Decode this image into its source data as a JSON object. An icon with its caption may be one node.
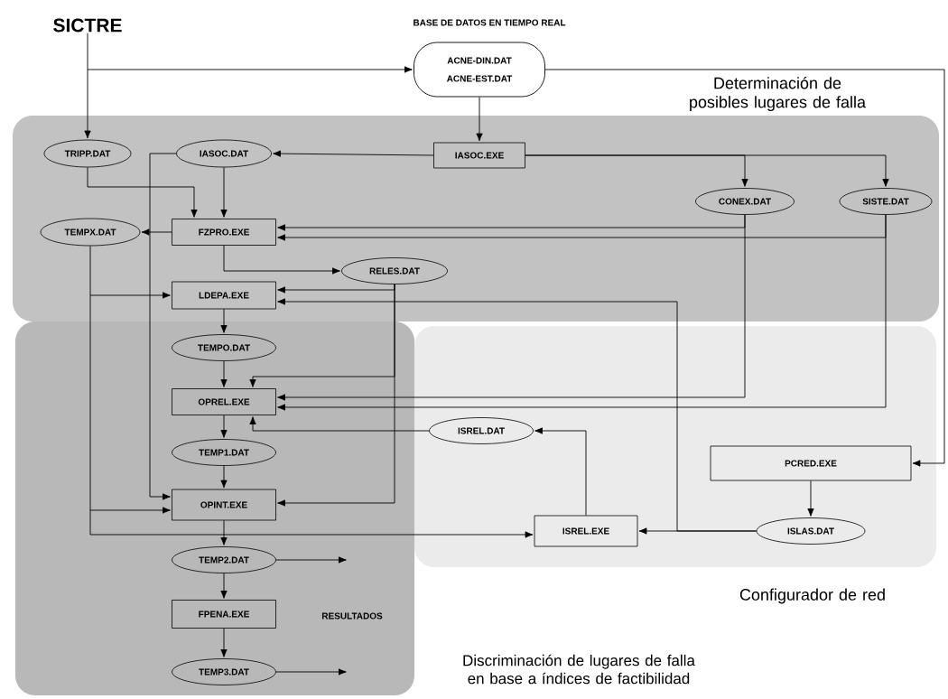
{
  "diagram": {
    "nodes": [
      {
        "text": [
          "SICTRE"
        ]
      },
      {
        "text": [
          "ACNE-DIN.DAT",
          "ACNE-EST.DAT"
        ],
        "beside": [
          "BASE DE DATOS EN TIEMPO REAL"
        ]
      },
      {
        "text": [
          "Determinación de posibles lugares de falla"
        ]
      },
      {
        "text": [
          "Discriminación de lugares de falla en base a índices de factibilidad"
        ]
      },
      {
        "text": [
          "Configurador de red"
        ]
      },
      {
        "text": [
          "TRIPP.DAT"
        ],
        "in": 2
      },
      {
        "text": [
          "IASOC.DAT"
        ],
        "in": 2
      },
      {
        "text": [
          "IASOC.EXE"
        ],
        "in": 2
      },
      {
        "text": [
          "TEMPX.DAT"
        ],
        "in": 2
      },
      {
        "text": [
          "FZPRO.EXE"
        ],
        "in": 2
      },
      {
        "text": [
          "CONEX.DAT"
        ],
        "in": 2
      },
      {
        "text": [
          "SISTE.DAT"
        ],
        "in": 2
      },
      {
        "text": [
          "RELES.DAT"
        ],
        "in": 2
      },
      {
        "text": [
          "LDEPA.EXE"
        ],
        "in": 2
      },
      {
        "text": [
          "TEMPO.DAT"
        ],
        "in": 3
      },
      {
        "text": [
          "OPREL.EXE"
        ],
        "in": 3
      },
      {
        "text": [
          "ISREL.DAT"
        ],
        "in": 4
      },
      {
        "text": [
          "TEMP1.DAT"
        ],
        "in": 3
      },
      {
        "text": [
          "OPINT.EXE"
        ],
        "in": 3
      },
      {
        "text": [
          "PCRED.EXE"
        ],
        "in": 4
      },
      {
        "text": [
          "ISREL.EXE"
        ],
        "in": 4
      },
      {
        "text": [
          "ISLAS.DAT"
        ],
        "in": 4
      },
      {
        "text": [
          "TEMP2.DAT"
        ],
        "in": 3
      },
      {
        "text": [
          "FPENA.EXE"
        ],
        "in": 3
      },
      {
        "text": [
          "TEMP3.DAT"
        ],
        "in": 3
      }
    ],
    "edges": [
      {
        "from": 0,
        "to": 5,
        "arrow": "to"
      },
      {
        "from": 0,
        "to": 1,
        "arrow": "to"
      },
      {
        "from": 1,
        "to": 19,
        "arrow": "to"
      },
      {
        "from": 1,
        "to": 7,
        "arrow": "to"
      },
      {
        "from": 7,
        "to": 6,
        "arrow": "to"
      },
      {
        "from": 7,
        "to": 10,
        "arrow": "to"
      },
      {
        "from": 7,
        "to": 11,
        "arrow": "to"
      },
      {
        "from": 5,
        "to": 9,
        "arrow": "to"
      },
      {
        "from": 6,
        "to": 9,
        "arrow": "to"
      },
      {
        "from": 6,
        "to": 18,
        "arrow": "to"
      },
      {
        "from": 9,
        "to": 8,
        "arrow": "to"
      },
      {
        "from": 9,
        "to": 12,
        "arrow": "to"
      },
      {
        "from": 10,
        "to": 9,
        "arrow": "to"
      },
      {
        "from": 11,
        "to": 9,
        "arrow": "to"
      },
      {
        "from": 10,
        "to": 15,
        "arrow": "to"
      },
      {
        "from": 11,
        "to": 15,
        "arrow": "to"
      },
      {
        "from": 12,
        "to": 13,
        "arrow": "to"
      },
      {
        "from": 12,
        "to": 15,
        "arrow": "to"
      },
      {
        "from": 12,
        "to": 18,
        "arrow": "to"
      },
      {
        "from": 21,
        "to": 13,
        "arrow": "to"
      },
      {
        "from": 21,
        "to": 20,
        "arrow": "to"
      },
      {
        "from": 19,
        "to": 21,
        "arrow": "to"
      },
      {
        "from": 20,
        "to": 16,
        "arrow": "to"
      },
      {
        "from": 16,
        "to": 15,
        "arrow": "to"
      },
      {
        "from": 8,
        "to": 13,
        "arrow": "to"
      },
      {
        "from": 8,
        "to": 18,
        "arrow": "to"
      },
      {
        "from": 8,
        "to": 20,
        "arrow": "to"
      },
      {
        "from": 13,
        "to": 14,
        "arrow": "to"
      },
      {
        "from": 14,
        "to": 15,
        "arrow": "to"
      },
      {
        "from": 15,
        "to": 17,
        "arrow": "to"
      },
      {
        "from": 17,
        "to": 18,
        "arrow": "to"
      },
      {
        "from": 18,
        "to": 22,
        "arrow": "to"
      },
      {
        "from": 22,
        "to": 23,
        "arrow": "to"
      },
      {
        "from": 23,
        "to": 24,
        "arrow": "to"
      },
      {
        "from": 22,
        "to": null,
        "arrow": "to"
      },
      {
        "from": 24,
        "to": null,
        "arrow": "to"
      }
    ],
    "labels": [
      "RESULTADOS"
    ]
  }
}
